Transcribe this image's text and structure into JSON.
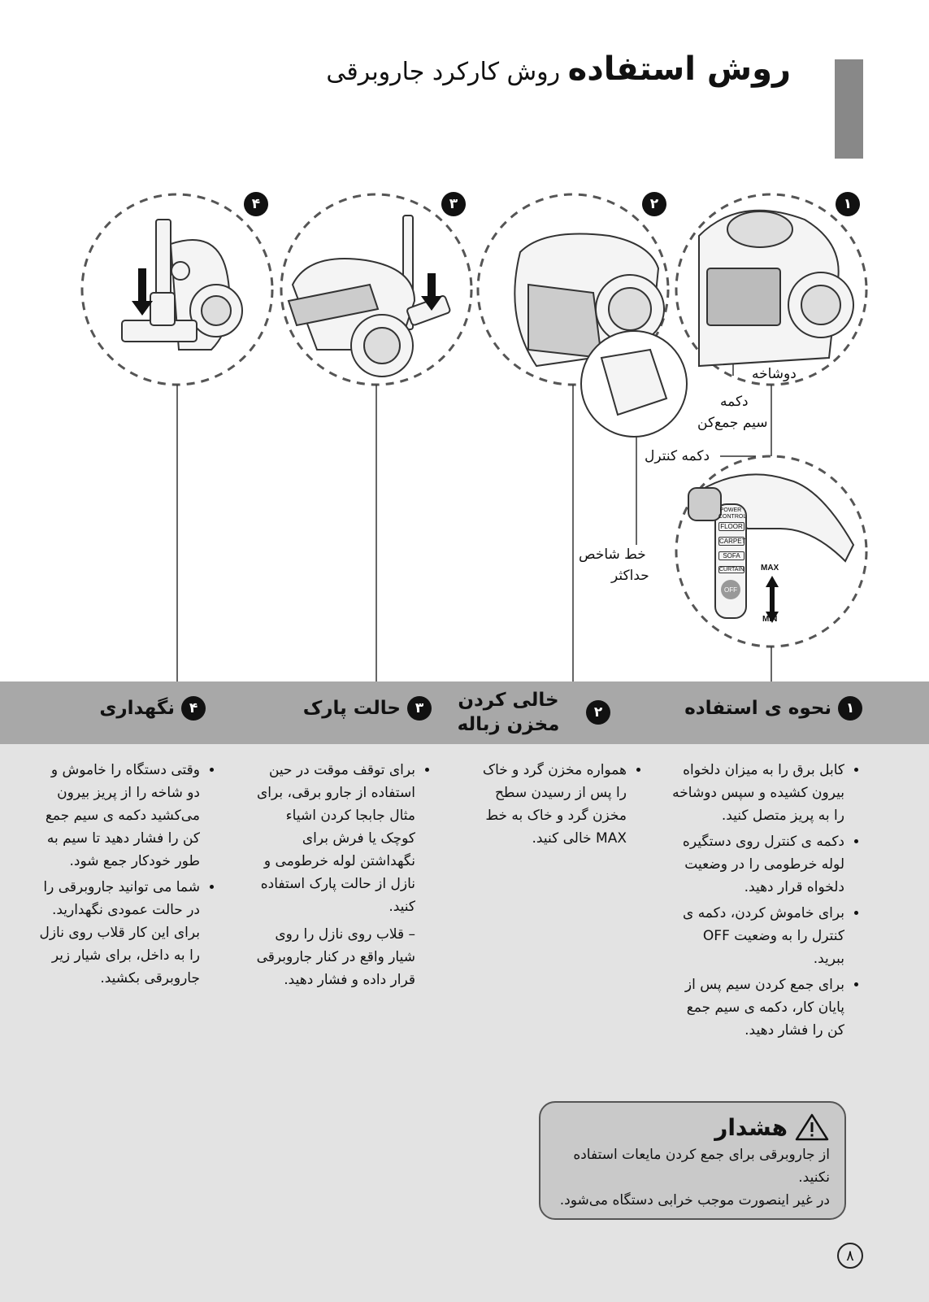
{
  "header": {
    "title_bold": "روش استفاده",
    "title_rest": "روش کارکرد جاروبرقی"
  },
  "illustrations": {
    "badges": [
      "۱",
      "۲",
      "۳",
      "۴"
    ],
    "callouts": {
      "plug": "دوشاخه",
      "cord_button_1": "دکمه",
      "cord_button_2": "سیم جمع‌کن",
      "control_button": "دکمه کنترل",
      "max_line_1": "خط شاخص",
      "max_line_2": "حداکثر"
    },
    "handle_labels": {
      "power_control": "POWER\nCONTROL",
      "buttons": [
        "FLOOR",
        "CARPET",
        "SOFA",
        "CURTAIN"
      ],
      "off": "OFF",
      "max": "MAX",
      "min": "MIN"
    }
  },
  "columns": [
    {
      "number": "۱",
      "title": "نحوه ی استفاده",
      "bullets": [
        "کابل برق را به میزان دلخواه بیرون کشیده و سپس دوشاخه را به پریز متصل کنید.",
        "دکمه ی کنترل روی دستگیره لوله خرطومی را در وضعیت دلخواه قرار دهید.",
        "برای خاموش کردن، دکمه ی کنترل را به وضعیت OFF ببرید.",
        "برای جمع کردن سیم پس از پایان کار، دکمه ی سیم جمع کن را فشار دهید."
      ]
    },
    {
      "number": "۲",
      "title": "خالی کردن مخزن زباله",
      "bullets": [
        "همواره مخزن گرد و خاک را پس از رسیدن سطح مخزن گرد و خاک به خط MAX خالی کنید."
      ]
    },
    {
      "number": "۳",
      "title": "حالت پارک",
      "bullets": [
        "برای توقف موقت در حین استفاده از جارو برقی، برای مثال جابجا کردن اشیاء کوچک یا فرش برای نگهداشتن لوله خرطومی و نازل از حالت پارک استفاده کنید."
      ],
      "sub": "– قلاب روی نازل را روی شیار واقع در کنار جاروبرقی قرار داده و فشار دهید."
    },
    {
      "number": "۴",
      "title": "نگهداری",
      "bullets": [
        "وقتی دستگاه را خاموش و دو شاخه را از پریز بیرون می‌کشید دکمه ی سیم جمع کن را فشار دهید تا سیم به طور خودکار جمع شود.",
        "شما می توانید جاروبرقی را در حالت عمودی نگهدارید. برای این کار قلاب روی نازل را به داخل، برای شیار زیر جاروبرقی بکشید."
      ]
    }
  ],
  "warning": {
    "title": "هشدار",
    "line1": "از جاروبرقی برای جمع کردن مایعات استفاده نکنید.",
    "line2": "در غیر اینصورت موجب خرابی دستگاه می‌شود."
  },
  "page_number": "۸",
  "colors": {
    "band": "#a8a8a8",
    "content_bg": "#e3e3e3",
    "side_tab": "#888888",
    "warning_bg": "#c9c9c9"
  }
}
